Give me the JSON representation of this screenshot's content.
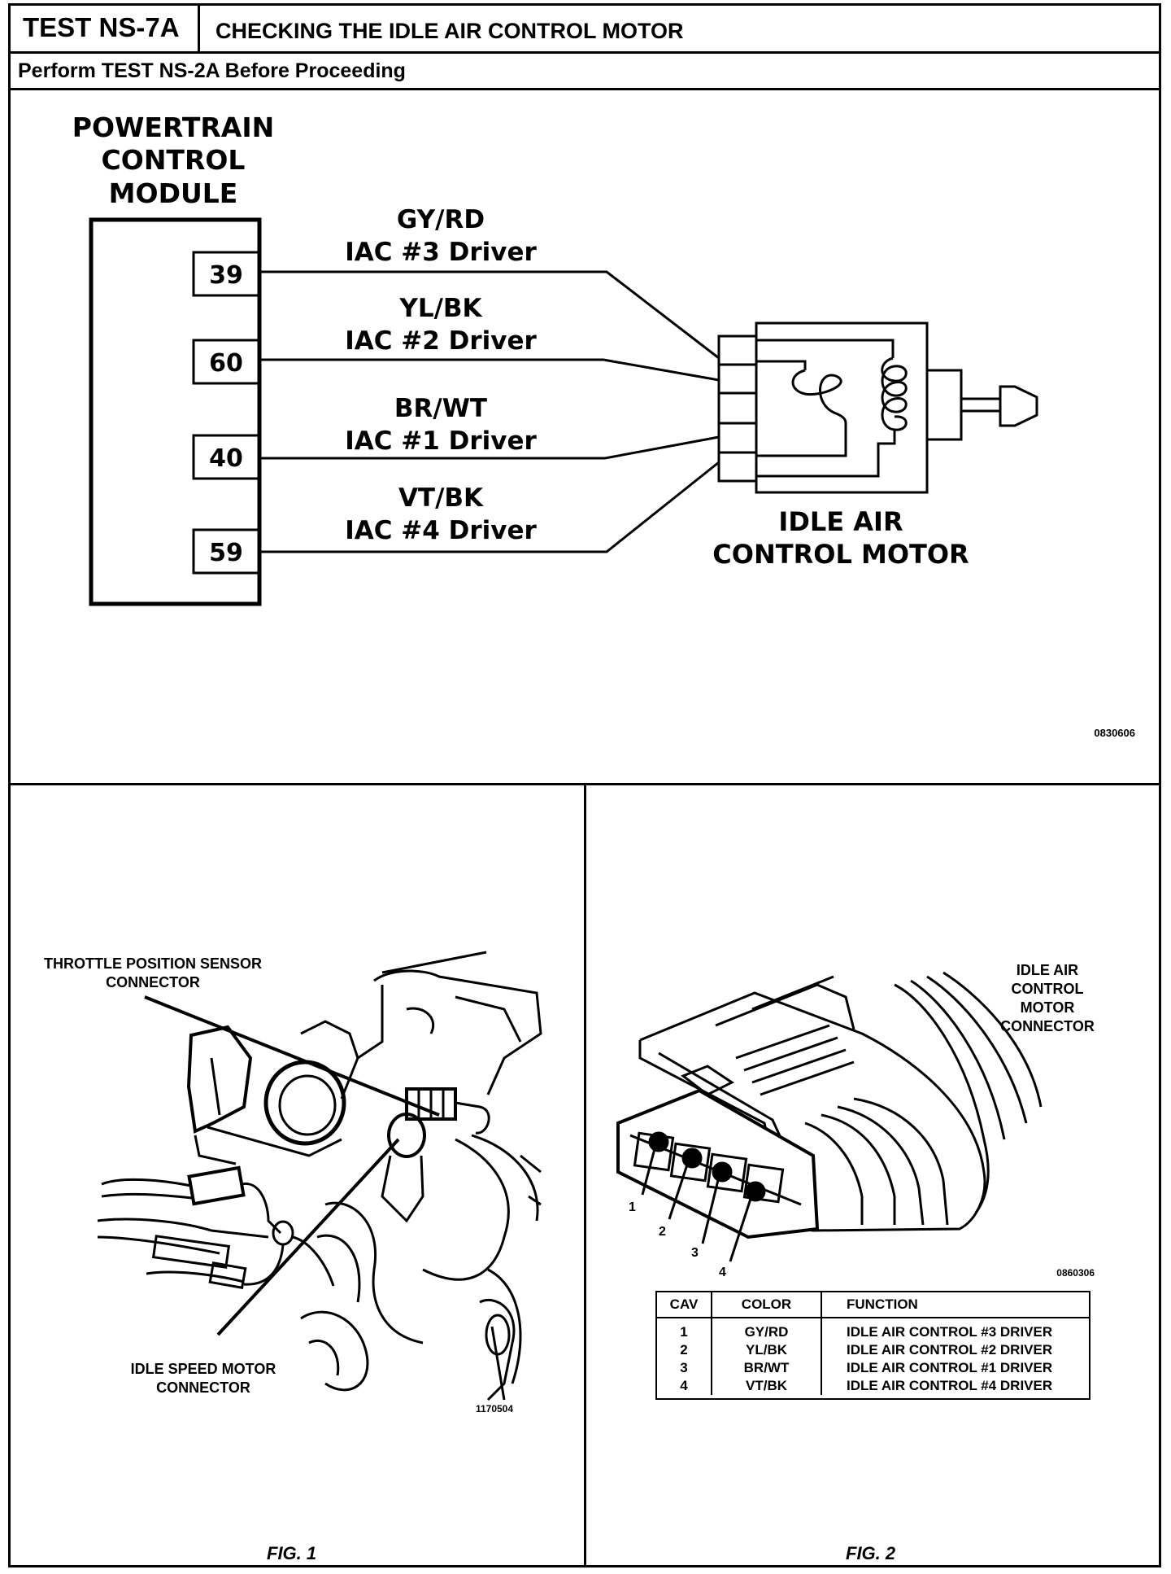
{
  "header": {
    "test_id": "TEST NS-7A",
    "title": "CHECKING THE IDLE AIR CONTROL MOTOR",
    "prerequisite": "Perform TEST NS-2A Before Proceeding"
  },
  "schematic": {
    "module_label": [
      "POWERTRAIN",
      "CONTROL",
      "MODULE"
    ],
    "pins": [
      {
        "pin": "39",
        "wire_color": "GY/RD",
        "circuit": "IAC #3 Driver"
      },
      {
        "pin": "60",
        "wire_color": "YL/BK",
        "circuit": "IAC #2 Driver"
      },
      {
        "pin": "40",
        "wire_color": "BR/WT",
        "circuit": "IAC #1 Driver"
      },
      {
        "pin": "59",
        "wire_color": "VT/BK",
        "circuit": "IAC #4 Driver"
      }
    ],
    "motor_label": [
      "IDLE AIR",
      "CONTROL MOTOR"
    ],
    "ref_code": "0830606"
  },
  "fig1": {
    "caption": "FIG. 1",
    "callout_tps": [
      "THROTTLE POSITION SENSOR",
      "CONNECTOR"
    ],
    "callout_ism": [
      "IDLE SPEED MOTOR",
      "CONNECTOR"
    ],
    "ref_code": "1170504"
  },
  "fig2": {
    "caption": "FIG. 2",
    "callout": [
      "IDLE AIR",
      "CONTROL",
      "MOTOR",
      "CONNECTOR"
    ],
    "cavity_numbers": [
      "1",
      "2",
      "3",
      "4"
    ],
    "ref_code": "0860306",
    "table": {
      "headers": [
        "CAV",
        "COLOR",
        "FUNCTION"
      ],
      "rows": [
        {
          "cav": "1",
          "color": "GY/RD",
          "function": "IDLE AIR CONTROL #3 DRIVER"
        },
        {
          "cav": "2",
          "color": "YL/BK",
          "function": "IDLE AIR CONTROL #2 DRIVER"
        },
        {
          "cav": "3",
          "color": "BR/WT",
          "function": "IDLE AIR CONTROL #1 DRIVER"
        },
        {
          "cav": "4",
          "color": "VT/BK",
          "function": "IDLE AIR CONTROL #4 DRIVER"
        }
      ]
    }
  }
}
